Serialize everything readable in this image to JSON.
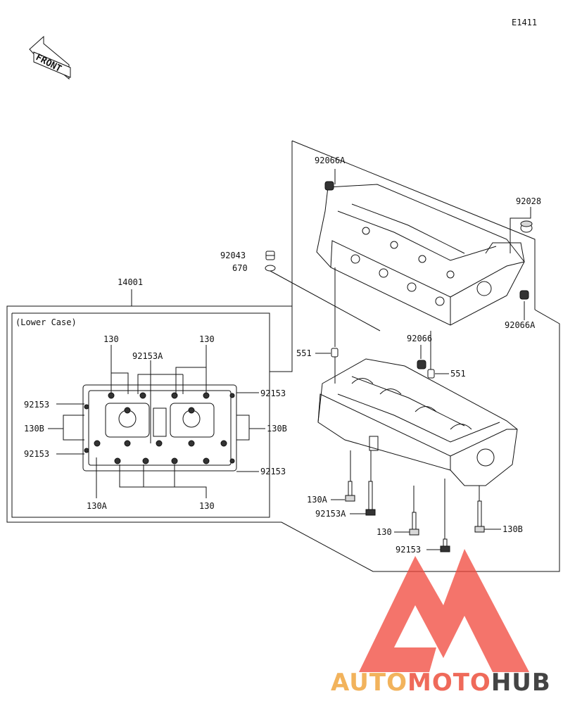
{
  "diagram_code": "E1411",
  "front_marker": "FRONT",
  "assembly_number": "14001",
  "inset_title": "(Lower Case)",
  "inset_labels": {
    "bolt_130_top_left": "130",
    "bolt_130_top_right": "130",
    "bolt_92153A_top": "92153A",
    "bolt_92153_upper_left": "92153",
    "bolt_92153_upper_right": "92153",
    "bolt_130B_left": "130B",
    "bolt_130B_right": "130B",
    "bolt_92153_lower_left": "92153",
    "bolt_92153_lower_right": "92153",
    "bolt_130A_bottom": "130A",
    "bolt_130_bottom": "130"
  },
  "parts": {
    "p92066A_top": "92066A",
    "p92028": "92028",
    "p92066A_right": "92066A",
    "p92043": "92043",
    "p670": "670",
    "p551_left": "551",
    "p92066": "92066",
    "p551_right": "551",
    "p130A": "130A",
    "p92153A": "92153A",
    "p130": "130",
    "p130B": "130B",
    "p92153": "92153"
  },
  "watermark": {
    "word_auto": "AUTO",
    "word_moto": "MOTO",
    "word_hub": "HUB",
    "color_orange": "#f2b35c",
    "color_red": "#ef6a5a",
    "color_dark": "#444444",
    "logo_color": "#f0453a"
  },
  "colors": {
    "line": "#111111",
    "background": "#ffffff"
  }
}
